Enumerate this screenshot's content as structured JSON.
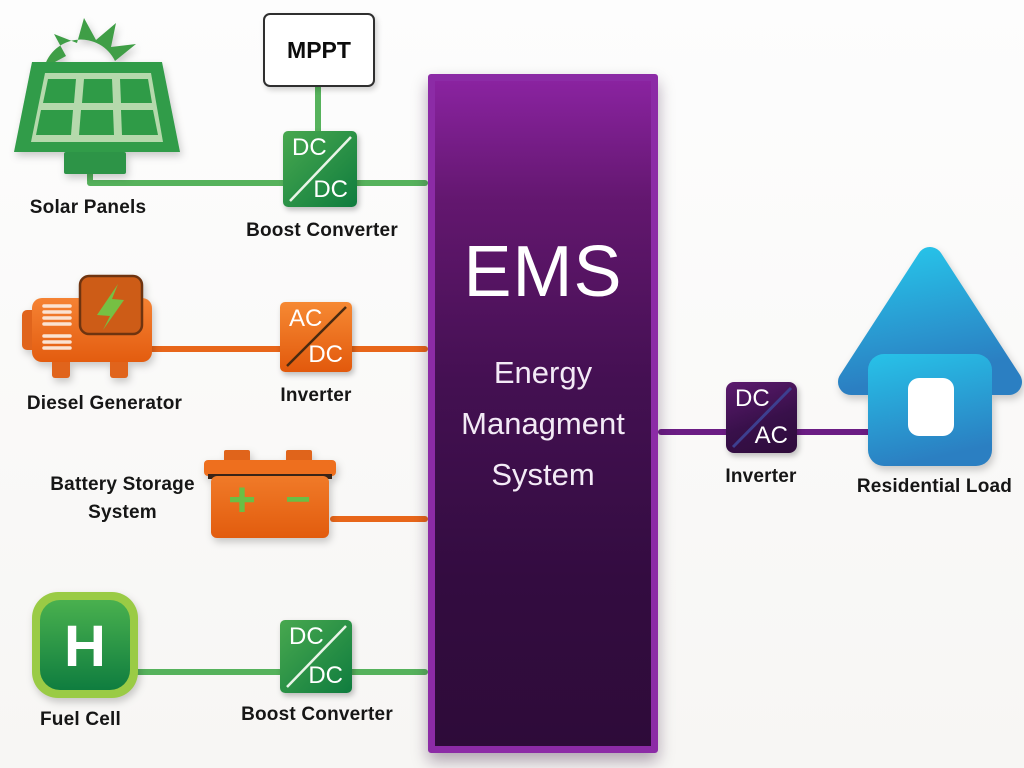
{
  "colors": {
    "source_green_line": "#56b25c",
    "converter_green": "#0f7c3e",
    "orange_line": "#e8661a",
    "ems_fill_dark": "#330c40",
    "ems_border_purple": "#8c2ba6",
    "output_purple_line": "#6b1d84",
    "house_blue_top": "#27c2e8",
    "house_blue_bottom": "#2b7fc2",
    "label_text": "#161616"
  },
  "solar": {
    "label": "Solar Panels"
  },
  "mppt": {
    "label": "MPPT"
  },
  "boost_top": {
    "label": "Boost Converter",
    "in": "DC",
    "out": "DC"
  },
  "diesel": {
    "label": "Diesel Generator"
  },
  "inverter_ac": {
    "label": "Inverter",
    "in": "AC",
    "out": "DC"
  },
  "battery": {
    "label_line1": "Battery Storage",
    "label_line2": "System",
    "plus": "+",
    "minus": "−"
  },
  "fuel": {
    "label": "Fuel Cell",
    "symbol": "H"
  },
  "boost_bottom": {
    "label": "Boost Converter",
    "in": "DC",
    "out": "DC"
  },
  "ems": {
    "acronym": "EMS",
    "name_line1": "Energy",
    "name_line2": "Managment",
    "name_line3": "System"
  },
  "inverter_dc": {
    "label": "Inverter",
    "in": "DC",
    "out": "AC"
  },
  "house": {
    "label": "Residential Load"
  }
}
